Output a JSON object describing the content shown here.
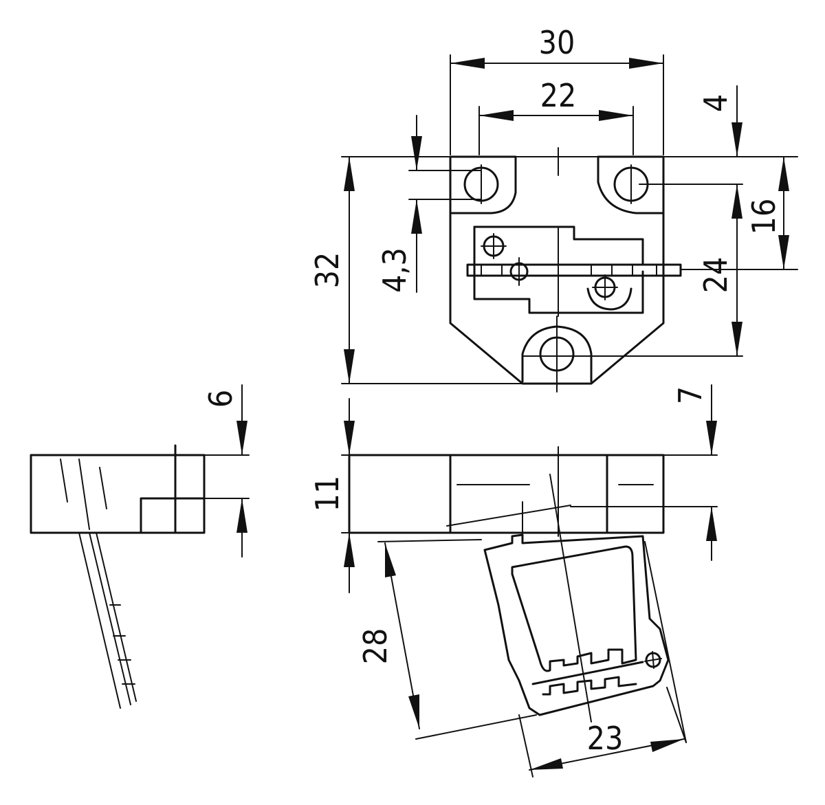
{
  "dimensions": {
    "overall_width": "30",
    "hole_spacing": "22",
    "hole_dia": "4,3",
    "top_offset": "4",
    "overall_height": "32",
    "offset_16": "16",
    "offset_24": "24",
    "side_top": "6",
    "front_top": "7",
    "height_11": "11",
    "rotated_height": "28",
    "rotated_width": "23"
  }
}
